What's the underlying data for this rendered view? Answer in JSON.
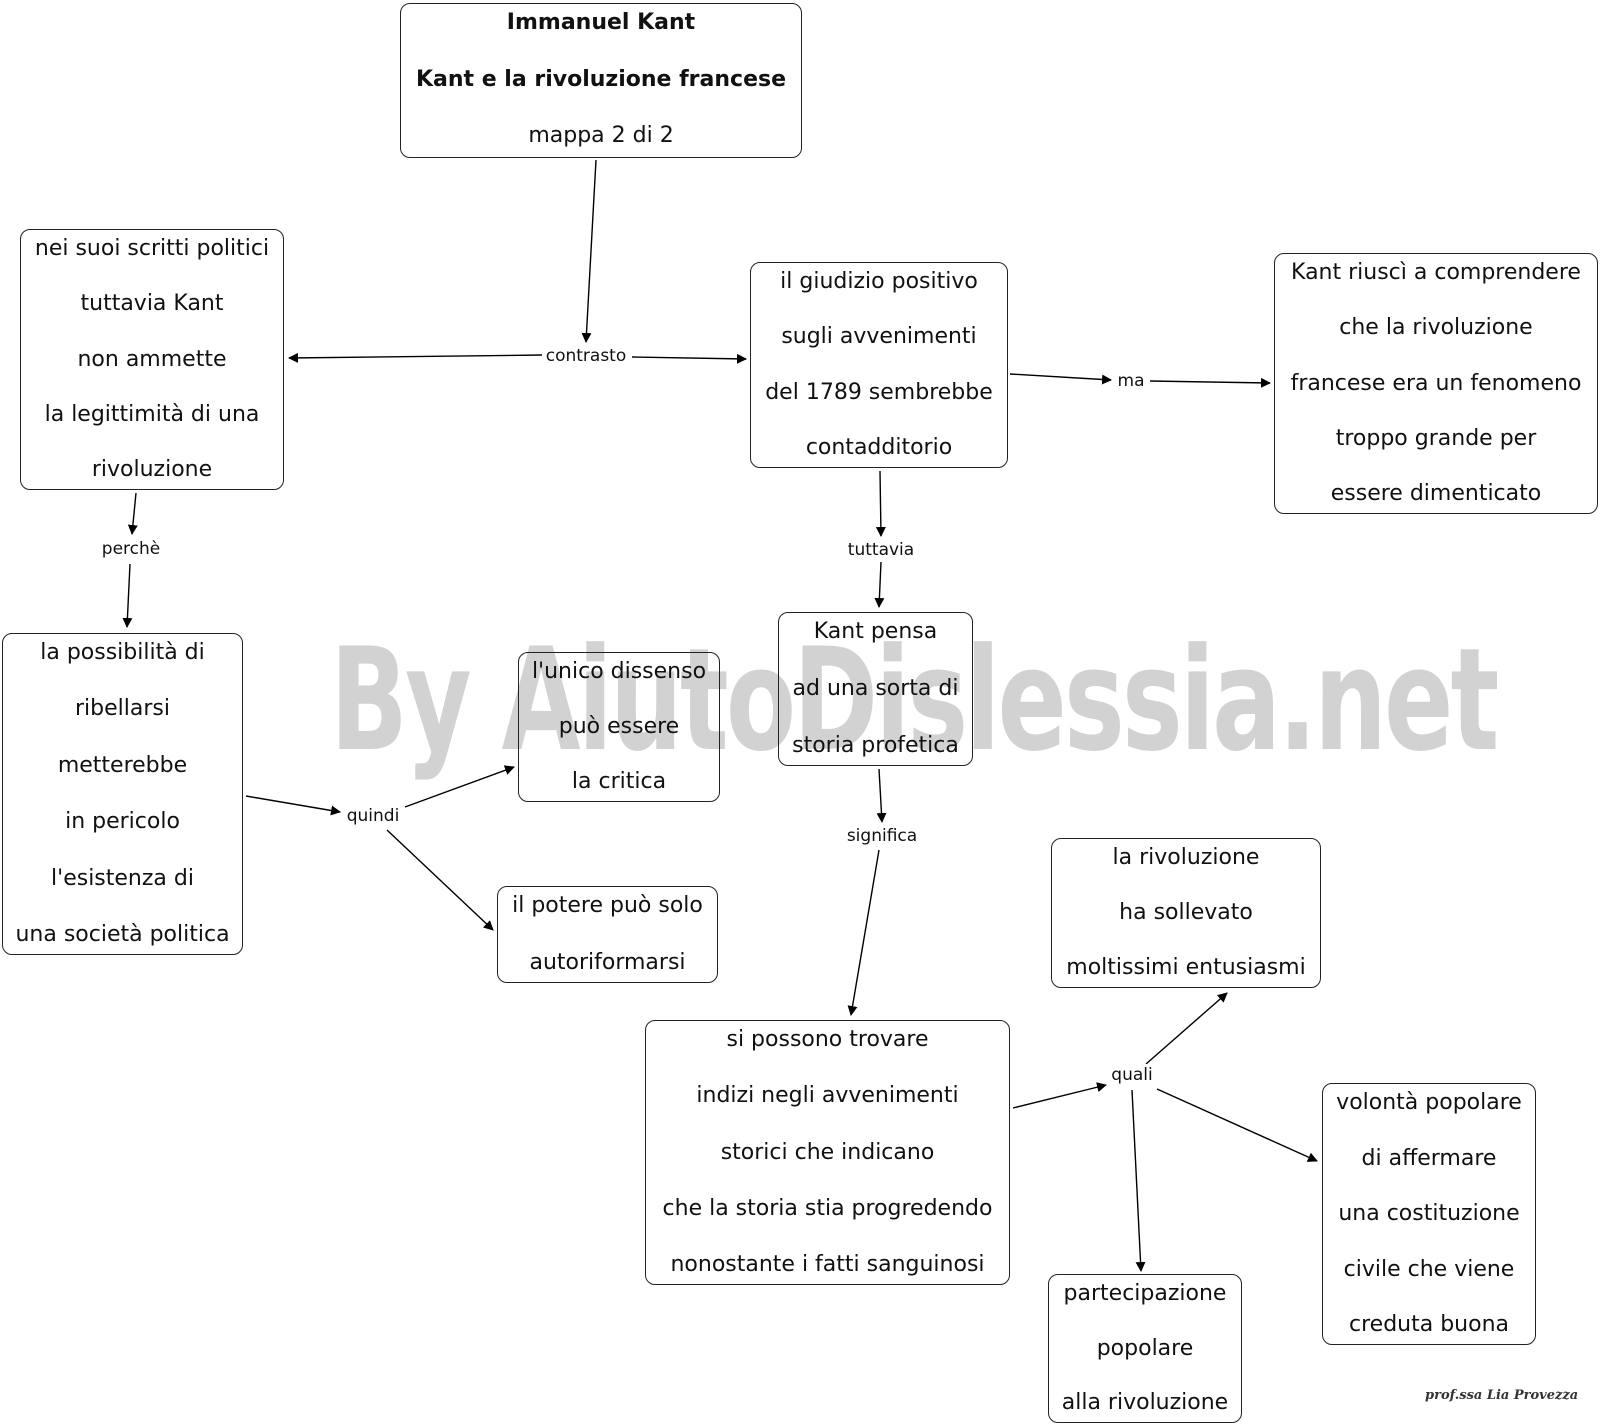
{
  "title_node": {
    "line1": "Immanuel Kant",
    "line2": "Kant e la rivoluzione francese",
    "line3": "mappa 2 di 2"
  },
  "nodes": {
    "scritti": [
      "nei suoi scritti politici",
      "tuttavia Kant",
      "non ammette",
      "la legittimità di una",
      "rivoluzione"
    ],
    "giudizio": [
      "il giudizio positivo",
      "sugli avvenimenti",
      "del 1789 sembrebbe",
      "contadditorio"
    ],
    "comprendere": [
      "Kant riuscì a comprendere",
      "che la rivoluzione",
      "francese era un fenomeno",
      "troppo grande per",
      "essere  dimenticato"
    ],
    "possibilita": [
      "la possibilità di",
      "ribellarsi",
      "metterebbe",
      "in pericolo",
      "l'esistenza di",
      "una società politica"
    ],
    "dissenso": [
      "l'unico dissenso",
      "può essere",
      "la critica"
    ],
    "pensa": [
      "Kant pensa",
      "ad una sorta di",
      "storia profetica"
    ],
    "potere": [
      "il potere può solo",
      "autoriformarsi"
    ],
    "sollevato": [
      "la rivoluzione",
      "ha sollevato",
      "moltissimi entusiasmi"
    ],
    "indizi": [
      "si possono trovare",
      "indizi negli avvenimenti",
      "storici che indicano",
      "che la storia stia progredendo",
      "nonostante i fatti sanguinosi"
    ],
    "volonta": [
      "volontà popolare",
      "di affermare",
      "una costituzione",
      "civile che viene",
      "creduta buona"
    ],
    "partecipazione": [
      "partecipazione",
      "popolare",
      "alla rivoluzione"
    ]
  },
  "links": {
    "contrasto": "contrasto",
    "ma": "ma",
    "perche": "perchè",
    "tuttavia": "tuttavia",
    "quindi": "quindi",
    "significa": "significa",
    "quali": "quali"
  },
  "watermark": "By AiutoDislessia.net",
  "signature": "prof.ssa Lia Provezza"
}
